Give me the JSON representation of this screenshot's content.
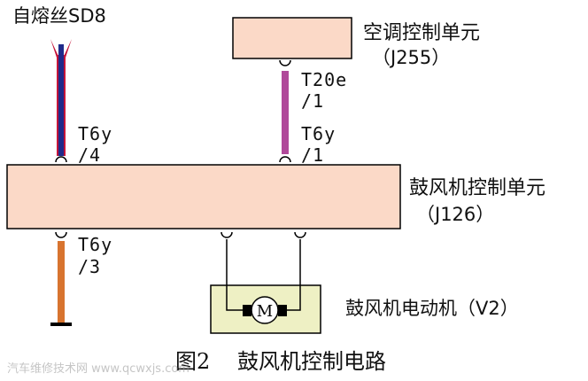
{
  "fuse_label": "自熔丝SD8",
  "ac_unit": {
    "name": "空调控制单元",
    "code": "（J255）"
  },
  "ac_pin": {
    "connector": "T20e",
    "pin": "/1"
  },
  "blower_unit": {
    "name": "鼓风机控制单元",
    "code": "（J126）"
  },
  "pins": {
    "left_top": {
      "connector": "T6y",
      "pin": "/4"
    },
    "right_top": {
      "connector": "T6y",
      "pin": "/1"
    },
    "left_bottom": {
      "connector": "T6y",
      "pin": "/3"
    }
  },
  "motor": {
    "symbol": "M",
    "label": "鼓风机电动机（V2）"
  },
  "caption": {
    "figure": "图2",
    "title": "鼓风机控制电路"
  },
  "watermark": "汽车维修技术网 www.qcwxjs.com",
  "colors": {
    "box_fill": "#fbd9c7",
    "motor_box_fill": "#eef0c4",
    "wire_fuse": "#1f2a8a",
    "wire_fuse_edge": "#c4143a",
    "wire_ac": "#b0499a",
    "wire_ground": "#d8742f"
  }
}
